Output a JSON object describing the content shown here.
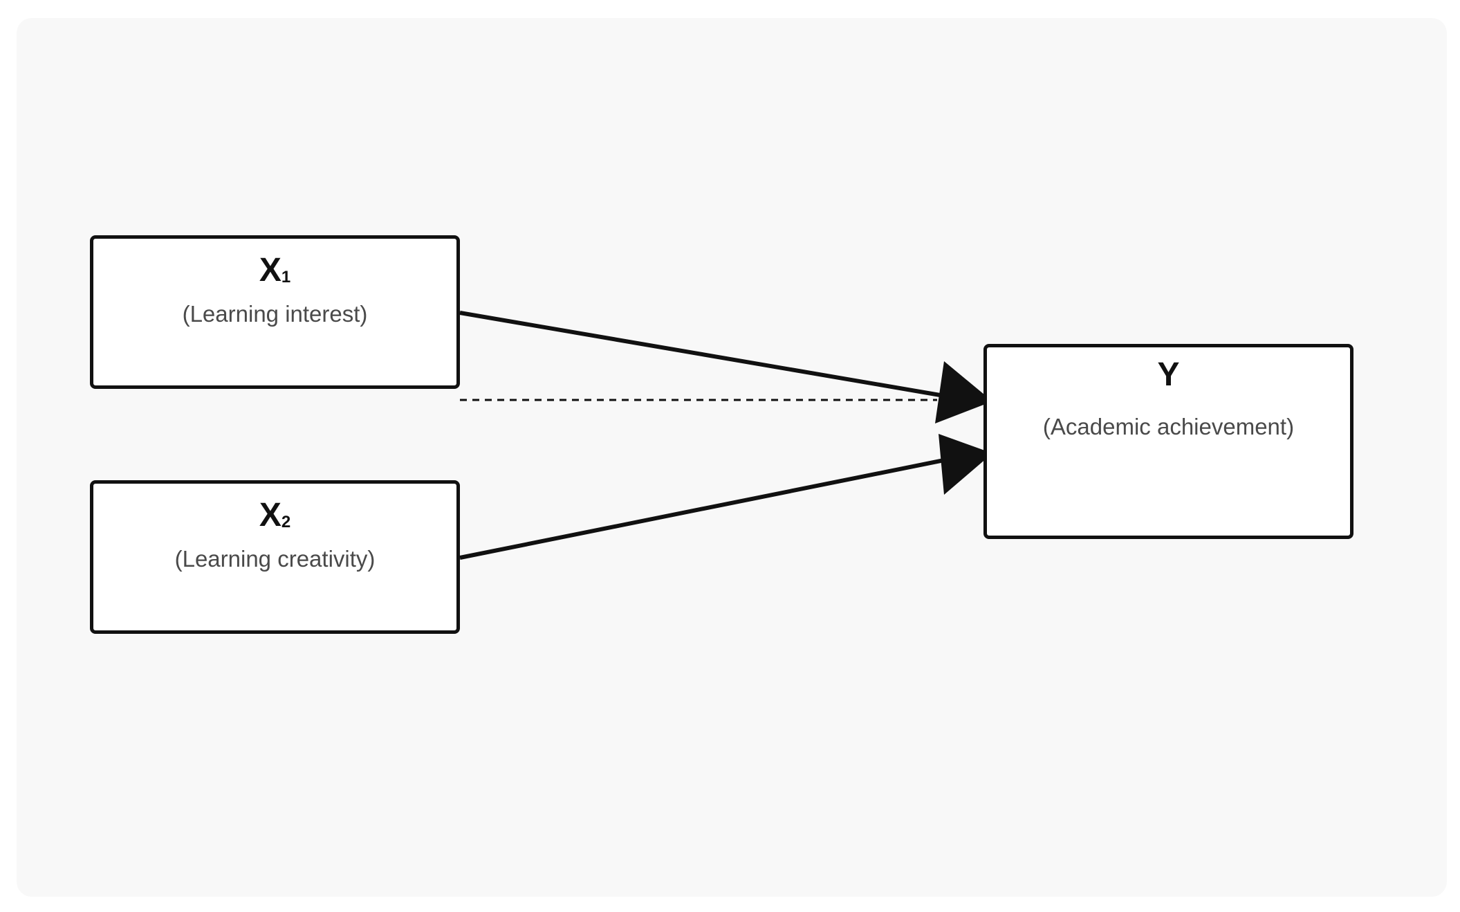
{
  "nodes": {
    "x1": {
      "symbol": "X",
      "subscript": "1",
      "label": "(Learning interest)"
    },
    "x2": {
      "symbol": "X",
      "subscript": "2",
      "label": "(Learning creativity)"
    },
    "y": {
      "symbol": "Y",
      "label": "(Academic achievement)"
    }
  },
  "edges": [
    {
      "from": "x1",
      "to": "y",
      "style": "solid",
      "arrowhead": "filled"
    },
    {
      "from": "x2",
      "to": "y",
      "style": "solid",
      "arrowhead": "filled"
    },
    {
      "from": "x1-x2-gap",
      "to": "y",
      "style": "dashed",
      "arrowhead": "none"
    }
  ],
  "colors": {
    "background": "#f8f8f8",
    "stroke": "#111111",
    "label_text": "#4a4a4a"
  }
}
